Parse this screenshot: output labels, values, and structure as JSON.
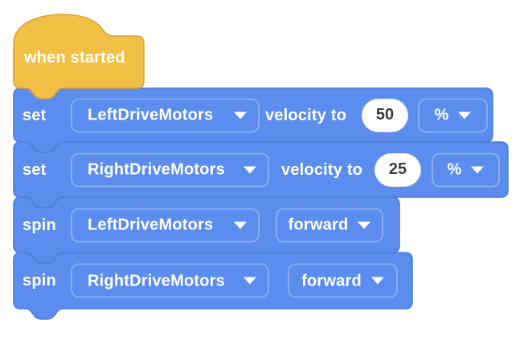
{
  "workspace": {
    "hat": {
      "label": "when started"
    },
    "blocks": {
      "set_left": {
        "verb": "set",
        "motor": "LeftDriveMotors",
        "mid": "velocity to",
        "value": "50",
        "unit": "%"
      },
      "set_right": {
        "verb": "set",
        "motor": "RightDriveMotors",
        "mid": "velocity to",
        "value": "25",
        "unit": "%"
      },
      "spin_left": {
        "verb": "spin",
        "motor": "LeftDriveMotors",
        "direction": "forward"
      },
      "spin_right": {
        "verb": "spin",
        "motor": "RightDriveMotors",
        "direction": "forward"
      }
    }
  },
  "colors": {
    "block_blue": "#5B8DEE",
    "block_border": "#4C7ED6",
    "hat_yellow": "#F2C044",
    "hat_border": "#D6A13C",
    "label_text": "#FFFFFF",
    "value_text": "#3B3B3B",
    "input_bg": "#FFFFFF",
    "dropdown_border": "#86ACF2"
  }
}
